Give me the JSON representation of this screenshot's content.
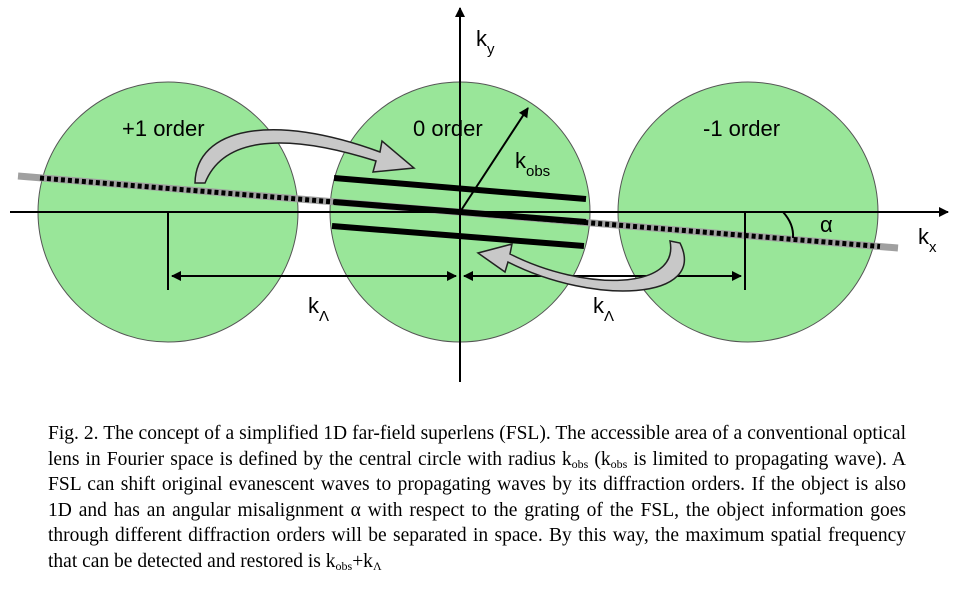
{
  "diagram": {
    "axis_labels": {
      "kx_main": "k",
      "kx_sub": "x",
      "ky_main": "k",
      "ky_sub": "y"
    },
    "circle_labels": {
      "plus1": "+1 order",
      "zero": "0 order",
      "minus1": "-1 order"
    },
    "kobs": {
      "main": "k",
      "sub": "obs"
    },
    "klambda": {
      "main": "k",
      "sub": "Λ"
    },
    "alpha": "α",
    "colors": {
      "circle_fill": "#99e699",
      "circle_stroke": "#555555",
      "tilted_line": "#a0a0a0",
      "grating": "#000000"
    }
  },
  "caption": {
    "part1": "Fig. 2. The concept of a simplified 1D far-field superlens (FSL). The accessible area of a conventional optical lens in Fourier space is defined by the central circle with radius k",
    "sub1": "obs",
    "part2": " (k",
    "sub2": "obs",
    "part3": " is limited to propagating wave). A FSL can shift original evanescent waves to propagating waves by its diffraction orders. If the object is also 1D and has an angular misalignment α with respect to the grating of the FSL, the object information goes through different diffraction orders will be separated in space. By this way, the maximum spatial frequency that can be detected and restored is k",
    "sub3": "obs",
    "part4": "+k",
    "sub4": "Λ"
  }
}
